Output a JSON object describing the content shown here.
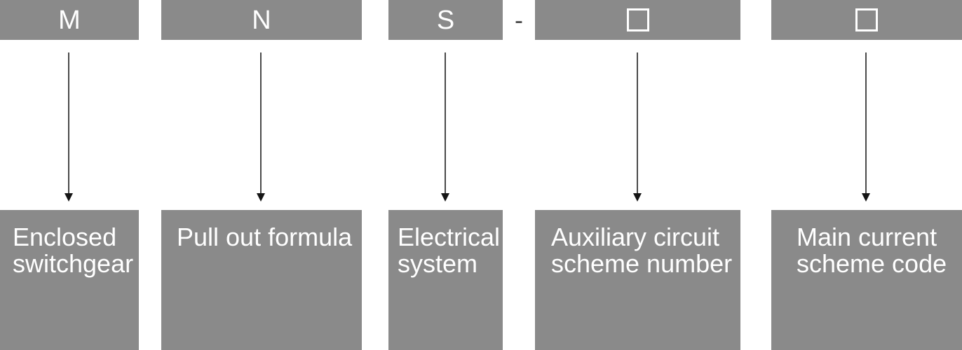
{
  "columns": [
    {
      "code": "M",
      "symbol": "letter",
      "label": "Enclosed switchgear"
    },
    {
      "code": "N",
      "symbol": "letter",
      "label": "Pull out formula"
    },
    {
      "code": "S",
      "symbol": "letter",
      "label": "Electrical system"
    },
    {
      "code": "",
      "symbol": "placeholder-square",
      "label": "Auxiliary circuit scheme number"
    },
    {
      "code": "",
      "symbol": "placeholder-square",
      "label": "Main current scheme code"
    }
  ],
  "separator": "-",
  "colors": {
    "box_fill": "#8a8a8a",
    "label_text": "#ffffff",
    "arrow_shaft": "#4a4a4a",
    "arrow_head": "#151515",
    "separator_text": "#4a4a4a",
    "square_outline": "#ffffff"
  }
}
